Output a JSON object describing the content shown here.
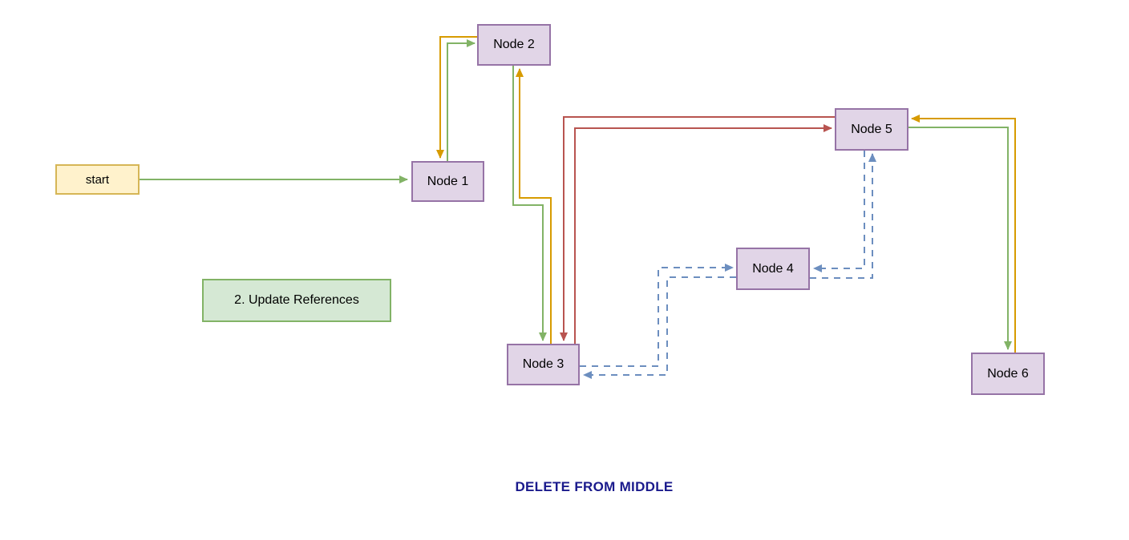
{
  "title": "DELETE FROM MIDDLE",
  "annotation": {
    "label": "2. Update References"
  },
  "nodes": {
    "start": {
      "label": "start"
    },
    "node1": {
      "label": "Node 1"
    },
    "node2": {
      "label": "Node 2"
    },
    "node3": {
      "label": "Node 3"
    },
    "node4": {
      "label": "Node 4"
    },
    "node5": {
      "label": "Node 5"
    },
    "node6": {
      "label": "Node 6"
    }
  },
  "edges": [
    {
      "from": "start",
      "to": "node1",
      "color": "green",
      "style": "solid"
    },
    {
      "from": "node1",
      "to": "node2",
      "color": "green",
      "style": "solid"
    },
    {
      "from": "node2",
      "to": "node1",
      "color": "orange",
      "style": "solid"
    },
    {
      "from": "node2",
      "to": "node3",
      "color": "green",
      "style": "solid"
    },
    {
      "from": "node3",
      "to": "node2",
      "color": "orange",
      "style": "solid"
    },
    {
      "from": "node5",
      "to": "node3",
      "color": "red",
      "style": "solid"
    },
    {
      "from": "node3",
      "to": "node5",
      "color": "red",
      "style": "solid"
    },
    {
      "from": "node6",
      "to": "node5",
      "color": "orange",
      "style": "solid"
    },
    {
      "from": "node5",
      "to": "node6",
      "color": "green",
      "style": "solid"
    },
    {
      "from": "node3",
      "to": "node4",
      "color": "blue",
      "style": "dashed"
    },
    {
      "from": "node4",
      "to": "node3",
      "color": "blue",
      "style": "dashed"
    },
    {
      "from": "node5",
      "to": "node4",
      "color": "blue",
      "style": "dashed"
    },
    {
      "from": "node4",
      "to": "node5",
      "color": "blue",
      "style": "dashed"
    }
  ],
  "colors": {
    "green": "#82b366",
    "orange": "#d79b00",
    "red": "#b85450",
    "blue": "#6c8ebf",
    "node_fill": "#e1d5e7",
    "node_border": "#9673a6",
    "start_fill": "#fff2cc",
    "start_border": "#d6b656",
    "annotation_fill": "#d5e8d4",
    "annotation_border": "#82b366",
    "title_color": "#1a1a8c",
    "background": "#ffffff"
  }
}
